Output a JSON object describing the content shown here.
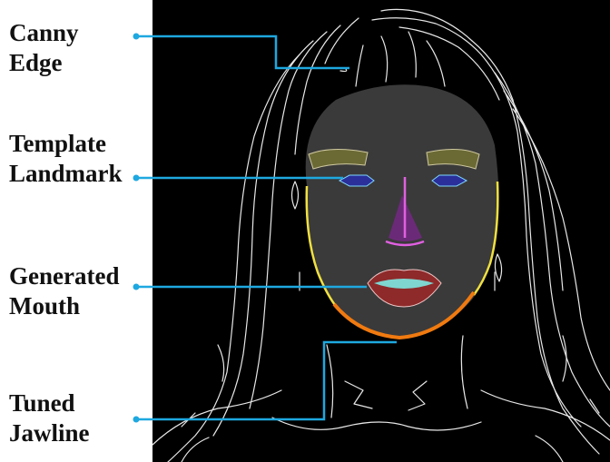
{
  "labels": {
    "canny_edge": {
      "line1": "Canny",
      "line2": "Edge"
    },
    "template_landmark": {
      "line1": "Template",
      "line2": "Landmark"
    },
    "generated_mouth": {
      "line1": "Generated",
      "line2": "Mouth"
    },
    "tuned_jawline": {
      "line1": "Tuned",
      "line2": "Jawline"
    }
  },
  "colors": {
    "background_panel": "#000000",
    "face_fill": "#3a3a3a",
    "edge_lines": "#e8e8e8",
    "leader_lines": "#1ea8e0",
    "eyebrows": "#6b6a35",
    "eyes": "#2a2f9a",
    "nose": "#6b2a78",
    "nose_outline": "#e060e0",
    "lips": "#8e2a2a",
    "teeth": "#7fd6d0",
    "jaw_side": "#f0e040",
    "jaw_bottom": "#f07a10"
  }
}
